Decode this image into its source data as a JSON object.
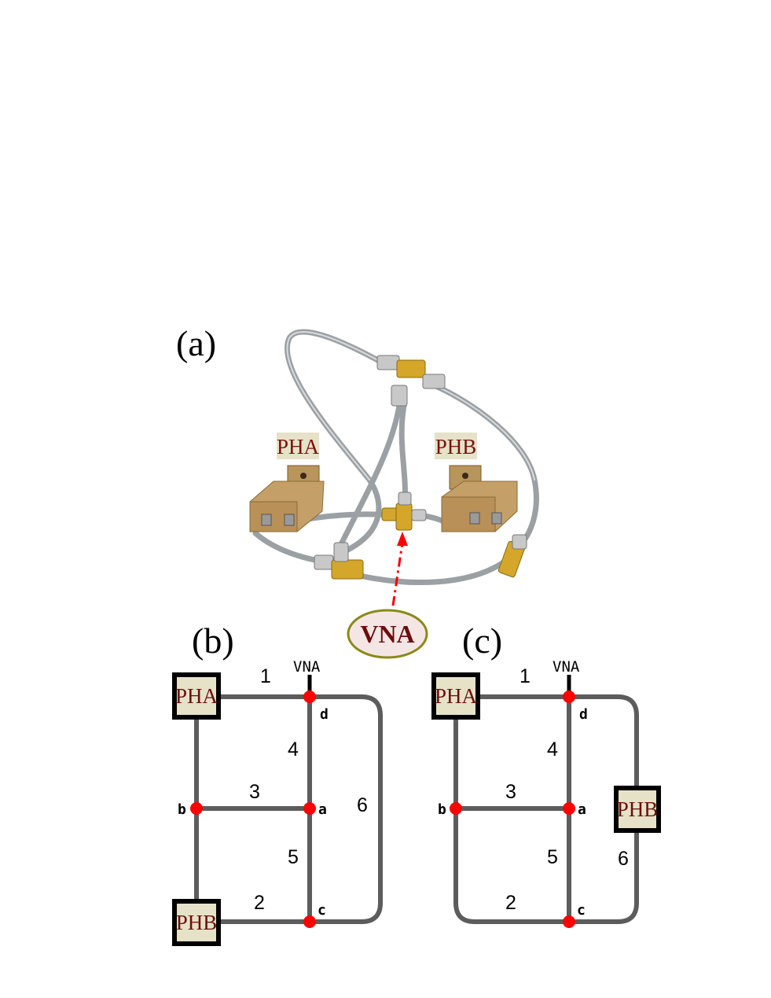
{
  "panels": {
    "a": {
      "label": "(a)",
      "photo_labels": {
        "pha": "PHA",
        "phb": "PHB"
      },
      "vna_label": "VNA"
    },
    "b": {
      "label": "(b)",
      "vna_port": "VNA",
      "boxes": {
        "pha": "PHA",
        "phb": "PHB"
      },
      "nodes": {
        "a": "a",
        "b": "b",
        "c": "c",
        "d": "d"
      },
      "edges": {
        "e1": "1",
        "e2": "2",
        "e3": "3",
        "e4": "4",
        "e5": "5",
        "e6": "6"
      }
    },
    "c": {
      "label": "(c)",
      "vna_port": "VNA",
      "boxes": {
        "pha": "PHA",
        "phb": "PHB"
      },
      "nodes": {
        "a": "a",
        "b": "b",
        "c": "c",
        "d": "d"
      },
      "edges": {
        "e1": "1",
        "e2": "2",
        "e3": "3",
        "e4": "4",
        "e5": "5",
        "e6": "6"
      }
    }
  },
  "colors": {
    "node": "#ff0000",
    "wire": "#5c5c5c",
    "box_fill": "#e6e2c7",
    "box_text": "#6b0e0e",
    "vna_ellipse_fill": "#f5e6e6",
    "vna_ellipse_stroke": "#8a8a1a",
    "arrow": "#ff0000"
  }
}
